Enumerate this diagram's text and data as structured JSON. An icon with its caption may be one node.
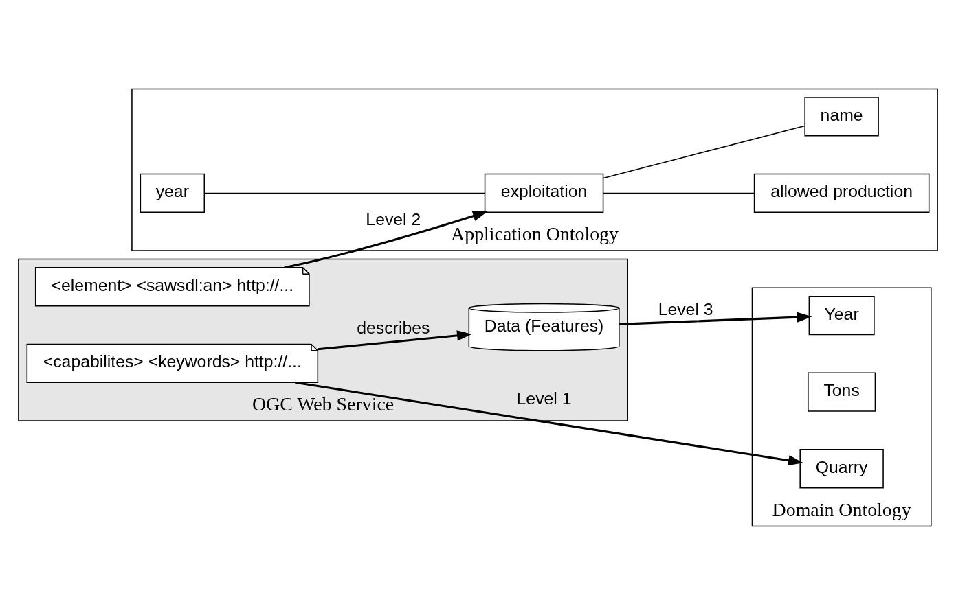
{
  "diagram": {
    "nodes": [
      {
        "text": [
          "OGC Web Service"
        ]
      },
      {
        "text": [
          "<capabilites> <keywords> http://..."
        ],
        "in": 0
      },
      {
        "text": [
          "<element> <sawsdl:an> http://..."
        ],
        "in": 0
      },
      {
        "text": [
          "Data (Features)"
        ],
        "in": 0
      },
      {
        "text": [
          "Application Ontology"
        ]
      },
      {
        "text": [
          "year"
        ],
        "in": 4
      },
      {
        "text": [
          "exploitation"
        ],
        "in": 4
      },
      {
        "text": [
          "allowed production"
        ],
        "in": 4
      },
      {
        "text": [
          "name"
        ],
        "in": 4
      },
      {
        "text": [
          "Domain Ontology"
        ]
      },
      {
        "text": [
          "Quarry"
        ],
        "in": 9
      },
      {
        "text": [
          "Tons"
        ],
        "in": 9
      },
      {
        "text": [
          "Year"
        ],
        "in": 9
      }
    ],
    "edges": [
      {
        "from": 1,
        "to": 10,
        "arrow": "to",
        "label": "Level 1"
      },
      {
        "from": 2,
        "to": 6,
        "arrow": "to",
        "label": "Level 2"
      },
      {
        "from": 3,
        "to": 12,
        "arrow": "to",
        "label": "Level 3"
      },
      {
        "from": 1,
        "to": 3,
        "arrow": "to",
        "label": "describes"
      },
      {
        "from": 5,
        "to": 6,
        "arrow": "none"
      },
      {
        "from": 6,
        "to": 7,
        "arrow": "none"
      },
      {
        "from": 6,
        "to": 8,
        "arrow": "none"
      }
    ]
  }
}
